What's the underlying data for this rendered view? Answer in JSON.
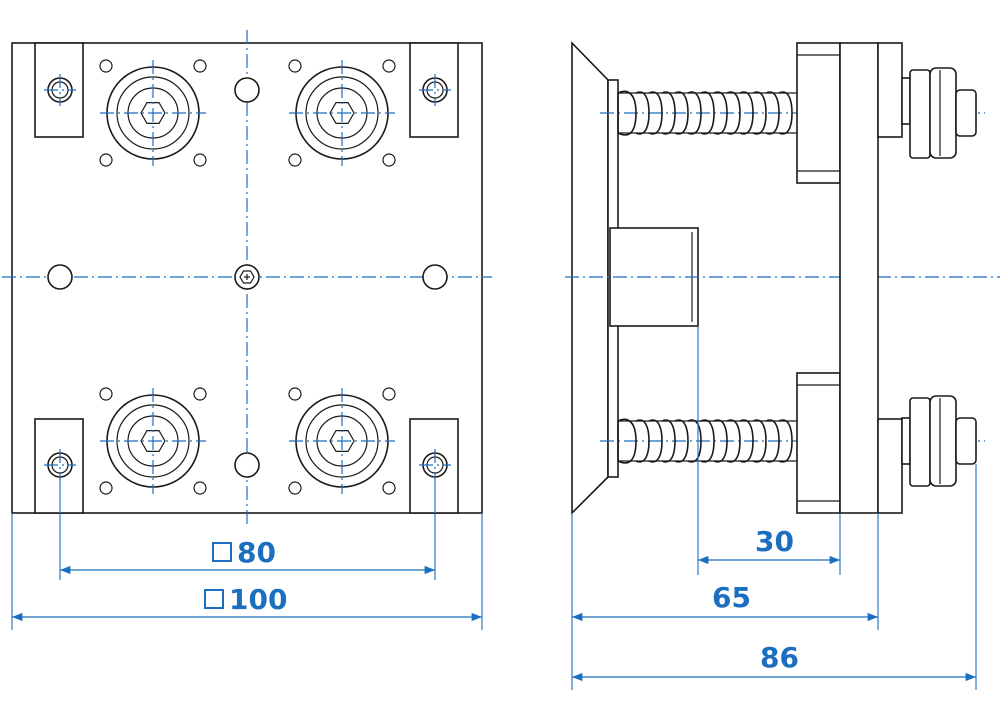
{
  "colors": {
    "line": "#1a1a1a",
    "dimension": "#1c6fc0",
    "background": "#ffffff"
  },
  "dimensions": {
    "front_inner_square": {
      "value": "80",
      "symbol": "square"
    },
    "front_outer_square": {
      "value": "100",
      "symbol": "square"
    },
    "side_30": "30",
    "side_65": "65",
    "side_86": "86"
  }
}
